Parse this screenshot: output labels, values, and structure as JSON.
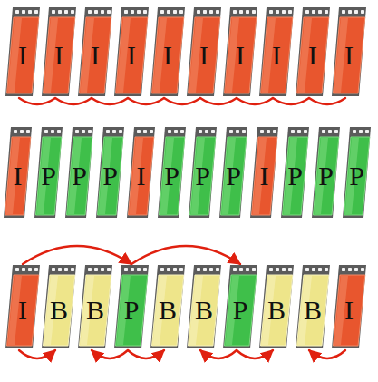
{
  "diagram": {
    "nodes": [
      {
        "text": [
          "I"
        ]
      },
      {
        "text": [
          "I"
        ]
      },
      {
        "text": [
          "I"
        ]
      },
      {
        "text": [
          "I"
        ]
      },
      {
        "text": [
          "I"
        ]
      },
      {
        "text": [
          "I"
        ]
      },
      {
        "text": [
          "I"
        ]
      },
      {
        "text": [
          "I"
        ]
      },
      {
        "text": [
          "I"
        ]
      },
      {
        "text": [
          "I"
        ]
      },
      {
        "text": [
          "I"
        ]
      },
      {
        "text": [
          "P"
        ]
      },
      {
        "text": [
          "P"
        ]
      },
      {
        "text": [
          "P"
        ]
      },
      {
        "text": [
          "I"
        ]
      },
      {
        "text": [
          "P"
        ]
      },
      {
        "text": [
          "P"
        ]
      },
      {
        "text": [
          "P"
        ]
      },
      {
        "text": [
          "I"
        ]
      },
      {
        "text": [
          "P"
        ]
      },
      {
        "text": [
          "P"
        ]
      },
      {
        "text": [
          "P"
        ]
      },
      {
        "text": [
          "I"
        ]
      },
      {
        "text": [
          "B"
        ]
      },
      {
        "text": [
          "B"
        ]
      },
      {
        "text": [
          "P"
        ]
      },
      {
        "text": [
          "B"
        ]
      },
      {
        "text": [
          "B"
        ]
      },
      {
        "text": [
          "P"
        ]
      },
      {
        "text": [
          "B"
        ]
      },
      {
        "text": [
          "B"
        ]
      },
      {
        "text": [
          "I"
        ]
      }
    ],
    "edges": [
      {
        "from": 0,
        "to": 1,
        "arrow": "none"
      },
      {
        "from": 1,
        "to": 2,
        "arrow": "none"
      },
      {
        "from": 2,
        "to": 3,
        "arrow": "none"
      },
      {
        "from": 3,
        "to": 4,
        "arrow": "none"
      },
      {
        "from": 4,
        "to": 5,
        "arrow": "none"
      },
      {
        "from": 5,
        "to": 6,
        "arrow": "none"
      },
      {
        "from": 6,
        "to": 7,
        "arrow": "none"
      },
      {
        "from": 7,
        "to": 8,
        "arrow": "none"
      },
      {
        "from": 8,
        "to": 9,
        "arrow": "none"
      },
      {
        "from": 22,
        "to": 25,
        "arrow": "to"
      },
      {
        "from": 25,
        "to": 28,
        "arrow": "to"
      },
      {
        "from": 22,
        "to": 23,
        "arrow": "to"
      },
      {
        "from": 25,
        "to": 24,
        "arrow": "to"
      },
      {
        "from": 25,
        "to": 26,
        "arrow": "to"
      },
      {
        "from": 28,
        "to": 27,
        "arrow": "to"
      },
      {
        "from": 28,
        "to": 29,
        "arrow": "to"
      },
      {
        "from": 31,
        "to": 30,
        "arrow": "to"
      }
    ]
  }
}
